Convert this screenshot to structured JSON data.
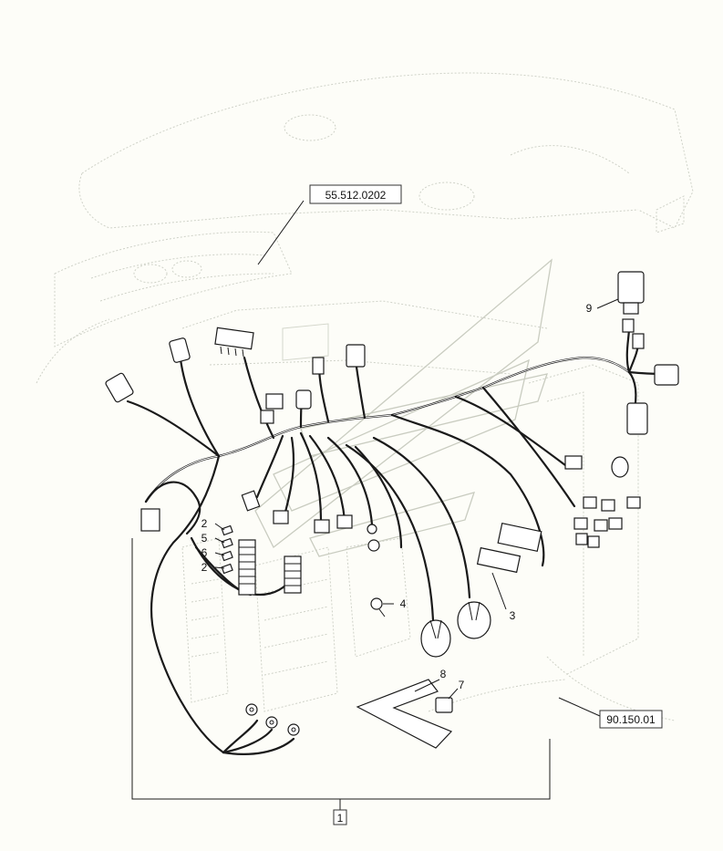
{
  "references": {
    "top": "55.512.0202",
    "right": "90.150.01",
    "assembly": "1"
  },
  "callouts": [
    "2",
    "5",
    "6",
    "2",
    "3",
    "4",
    "7",
    "8",
    "9"
  ]
}
